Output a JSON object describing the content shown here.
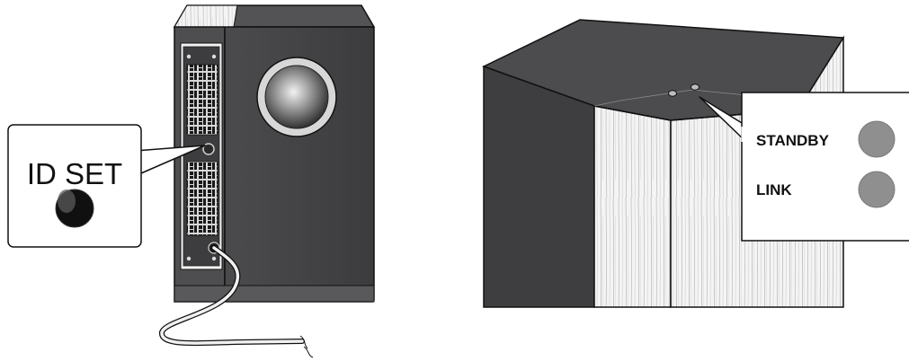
{
  "left_figure": {
    "callout_label": "ID SET"
  },
  "right_figure": {
    "indicators": [
      {
        "label": "STANDBY",
        "color": "#8f8f8f"
      },
      {
        "label": "LINK",
        "color": "#8f8f8f"
      }
    ]
  },
  "colors": {
    "cabinet_dark": "#3f3f41",
    "cabinet_side": "#565658",
    "cable": "#d9d9d9",
    "grille": "#151515"
  }
}
